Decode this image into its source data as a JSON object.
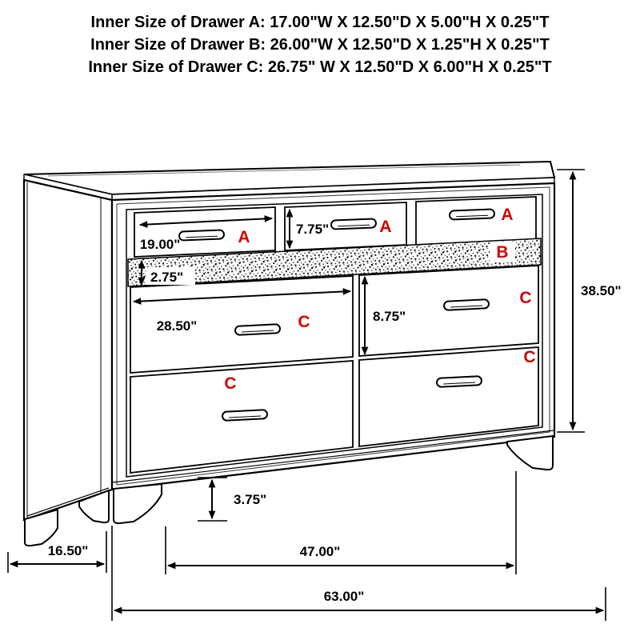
{
  "title_block": {
    "line_a": "Inner Size of Drawer A: 17.00\"W X 12.50\"D X 5.00\"H X 0.25\"T",
    "line_b": "Inner Size of Drawer B: 26.00\"W X 12.50\"D X 1.25\"H X 0.25\"T",
    "line_c": "Inner Size of Drawer C: 26.75\" W X 12.50\"D X 6.00\"H X 0.25\"T"
  },
  "drawer_labels": {
    "a_top_left": "A",
    "a_top_middle": "A",
    "a_top_right": "A",
    "b_strip": "B",
    "c_mid_left": "C",
    "c_mid_right": "C",
    "c_bottom_left": "C",
    "c_bottom_right": "C"
  },
  "dimensions": {
    "drawer_a_width": "19.00\"",
    "drawer_a_front_height": "7.75\"",
    "drawer_b_front_height": "2.75\"",
    "drawer_c_width": "28.50\"",
    "drawer_c_front_height": "8.75\"",
    "overall_height": "38.50\"",
    "foot_height": "3.75\"",
    "side_depth": "16.50\"",
    "feet_spacing": "47.00\"",
    "overall_width": "63.00\""
  },
  "colors": {
    "label_red": "#d40000",
    "outline_black": "#000000",
    "background": "#ffffff"
  }
}
